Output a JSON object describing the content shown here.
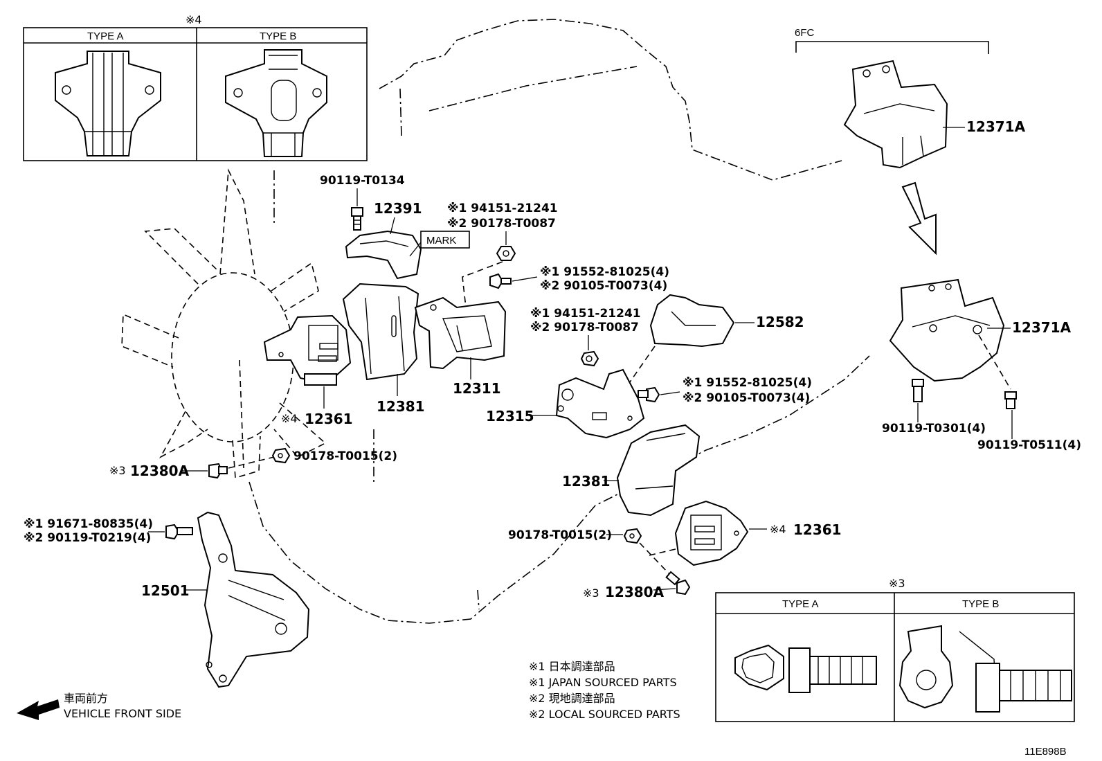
{
  "inset_top": {
    "note": "※4",
    "type_a": "TYPE A",
    "type_b": "TYPE B"
  },
  "inset_bottom": {
    "note": "※3",
    "type_a": "TYPE A",
    "type_b": "TYPE B"
  },
  "engine_variant": "6FC",
  "mark_label": "MARK",
  "parts": {
    "p12391": "12391",
    "p12381_left": "12381",
    "p12311": "12311",
    "p12361_left": "12361",
    "p12361_left_note": "※4",
    "p12380A_left": "12380A",
    "p12380A_left_note": "※3",
    "p12501": "12501",
    "p12582": "12582",
    "p12315": "12315",
    "p12381_right": "12381",
    "p12361_right": "12361",
    "p12361_right_note": "※4",
    "p12380A_right": "12380A",
    "p12380A_right_note": "※3",
    "p12371A_top": "12371A",
    "p12371A_bottom": "12371A"
  },
  "fasteners": {
    "f_90119_T0134": "90119-T0134",
    "f_top_nut_1": "※1 94151-21241",
    "f_top_nut_2": "※2 90178-T0087",
    "f_top_bolt_1": "※1 91552-81025(4)",
    "f_top_bolt_2": "※2 90105-T0073(4)",
    "f_mid_nut_1": "※1 94151-21241",
    "f_mid_nut_2": "※2 90178-T0087",
    "f_mid_bolt_1": "※1 91552-81025(4)",
    "f_mid_bolt_2": "※2 90105-T0073(4)",
    "f_90178_T0015_left": "90178-T0015(2)",
    "f_90178_T0015_right": "90178-T0015(2)",
    "f_bracket_bolt_1": "※1 91671-80835(4)",
    "f_bracket_bolt_2": "※2 90119-T0219(4)",
    "f_90119_T0301": "90119-T0301(4)",
    "f_90119_T0511": "90119-T0511(4)"
  },
  "legend": {
    "l1": "※1 日本調達部品",
    "l2": "※1 JAPAN SOURCED PARTS",
    "l3": "※2 現地調達部品",
    "l4": "※2 LOCAL SOURCED PARTS"
  },
  "front": {
    "jp": "車両前方",
    "en": "VEHICLE FRONT SIDE"
  },
  "figure_id": "11E898B"
}
